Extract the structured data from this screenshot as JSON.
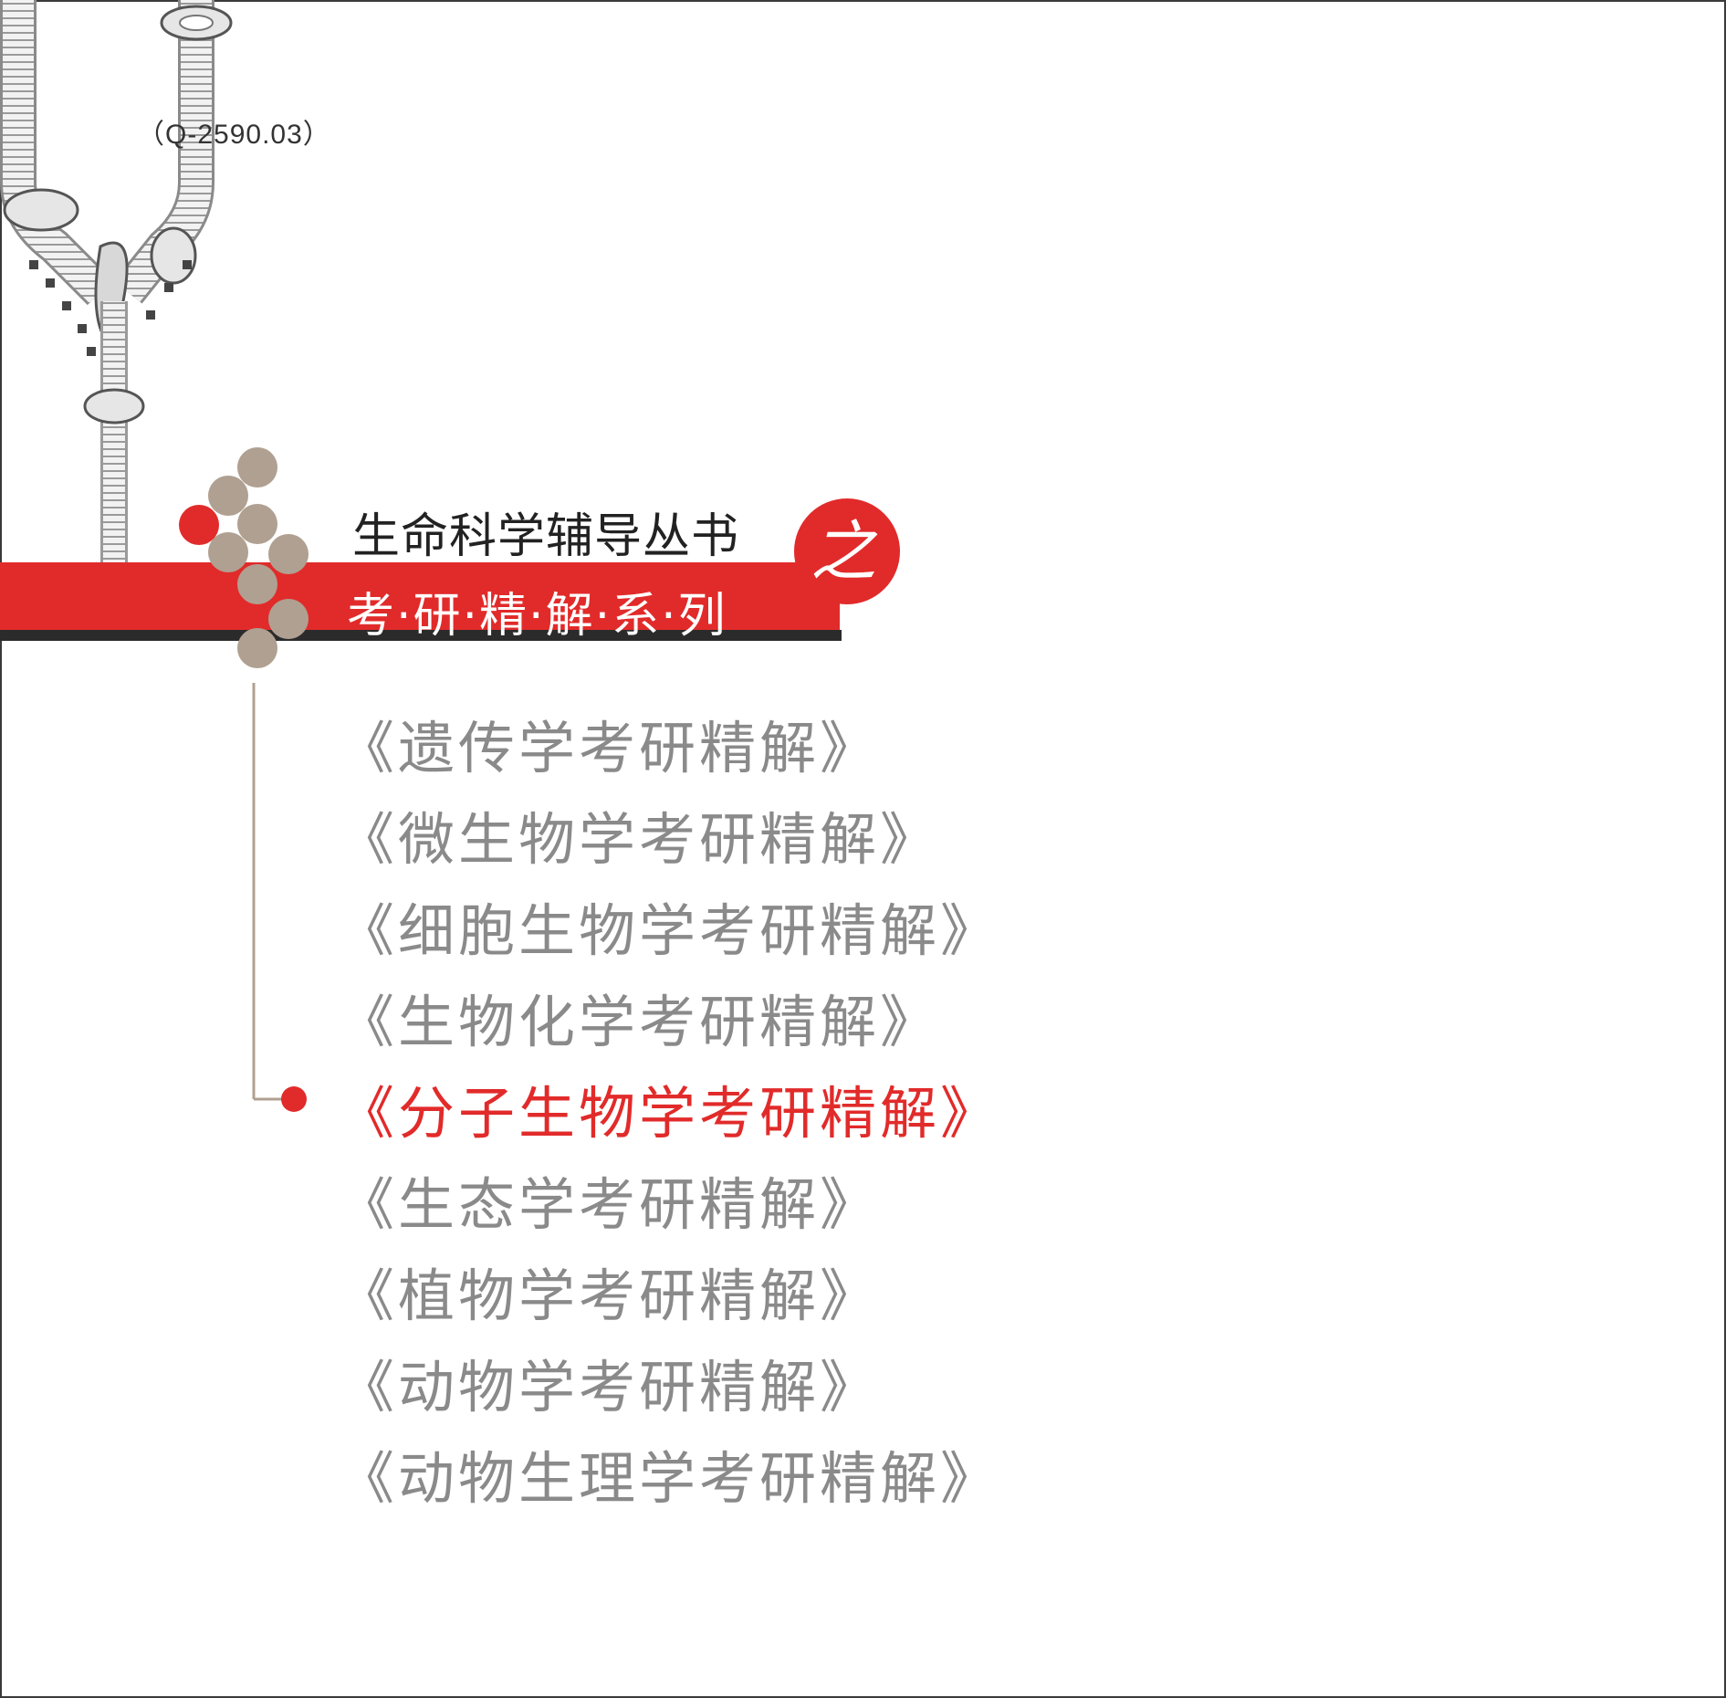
{
  "code": "（Q-2590.03）",
  "series": {
    "title": "生命科学辅导丛书",
    "connector": "之",
    "subtitle": "考·研·精·解·系·列"
  },
  "books": [
    {
      "title": "《遗传学考研精解》",
      "current": false
    },
    {
      "title": "《微生物学考研精解》",
      "current": false
    },
    {
      "title": "《细胞生物学考研精解》",
      "current": false
    },
    {
      "title": "《生物化学考研精解》",
      "current": false
    },
    {
      "title": "《分子生物学考研精解》",
      "current": true
    },
    {
      "title": "《生态学考研精解》",
      "current": false
    },
    {
      "title": "《植物学考研精解》",
      "current": false
    },
    {
      "title": "《动物学考研精解》",
      "current": false
    },
    {
      "title": "《动物生理学考研精解》",
      "current": false
    }
  ],
  "colors": {
    "accent": "#e12b2a",
    "dot": "#b0a091",
    "text_muted": "#8a8a8a"
  }
}
